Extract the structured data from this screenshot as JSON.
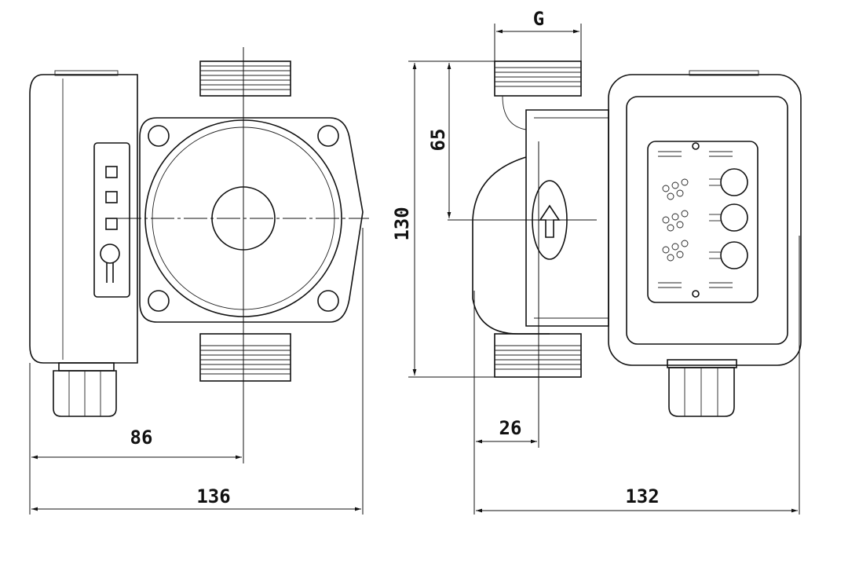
{
  "drawing": {
    "front_view": {
      "dimensions": {
        "shaft_offset": "86",
        "overall_width": "136"
      }
    },
    "side_view": {
      "dimensions": {
        "thread": "G",
        "half_height": "65",
        "port_to_port": "130",
        "body_offset": "26",
        "overall_depth": "132"
      },
      "flow_arrow": "up"
    }
  }
}
